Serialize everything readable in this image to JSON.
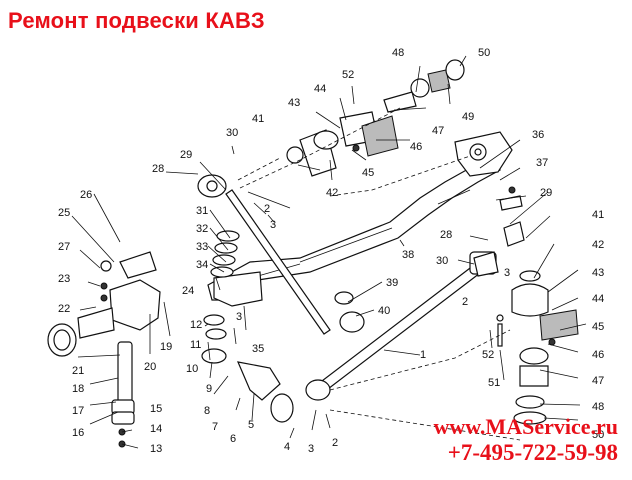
{
  "title": "Ремонт подвески КАВЗ",
  "watermark": {
    "site": "www.MAService.ru",
    "phone": "+7-495-722-59-98"
  },
  "colors": {
    "brand": "#e8101a",
    "line": "#111111"
  },
  "callouts": [
    "1",
    "2",
    "3",
    "4",
    "5",
    "6",
    "7",
    "8",
    "9",
    "10",
    "11",
    "12",
    "13",
    "14",
    "15",
    "16",
    "17",
    "18",
    "19",
    "20",
    "21",
    "22",
    "23",
    "24",
    "25",
    "26",
    "27",
    "28",
    "29",
    "30",
    "31",
    "32",
    "33",
    "34",
    "35",
    "36",
    "37",
    "38",
    "39",
    "40",
    "41",
    "42",
    "43",
    "44",
    "45",
    "46",
    "47",
    "48",
    "49",
    "50",
    "51",
    "52"
  ]
}
